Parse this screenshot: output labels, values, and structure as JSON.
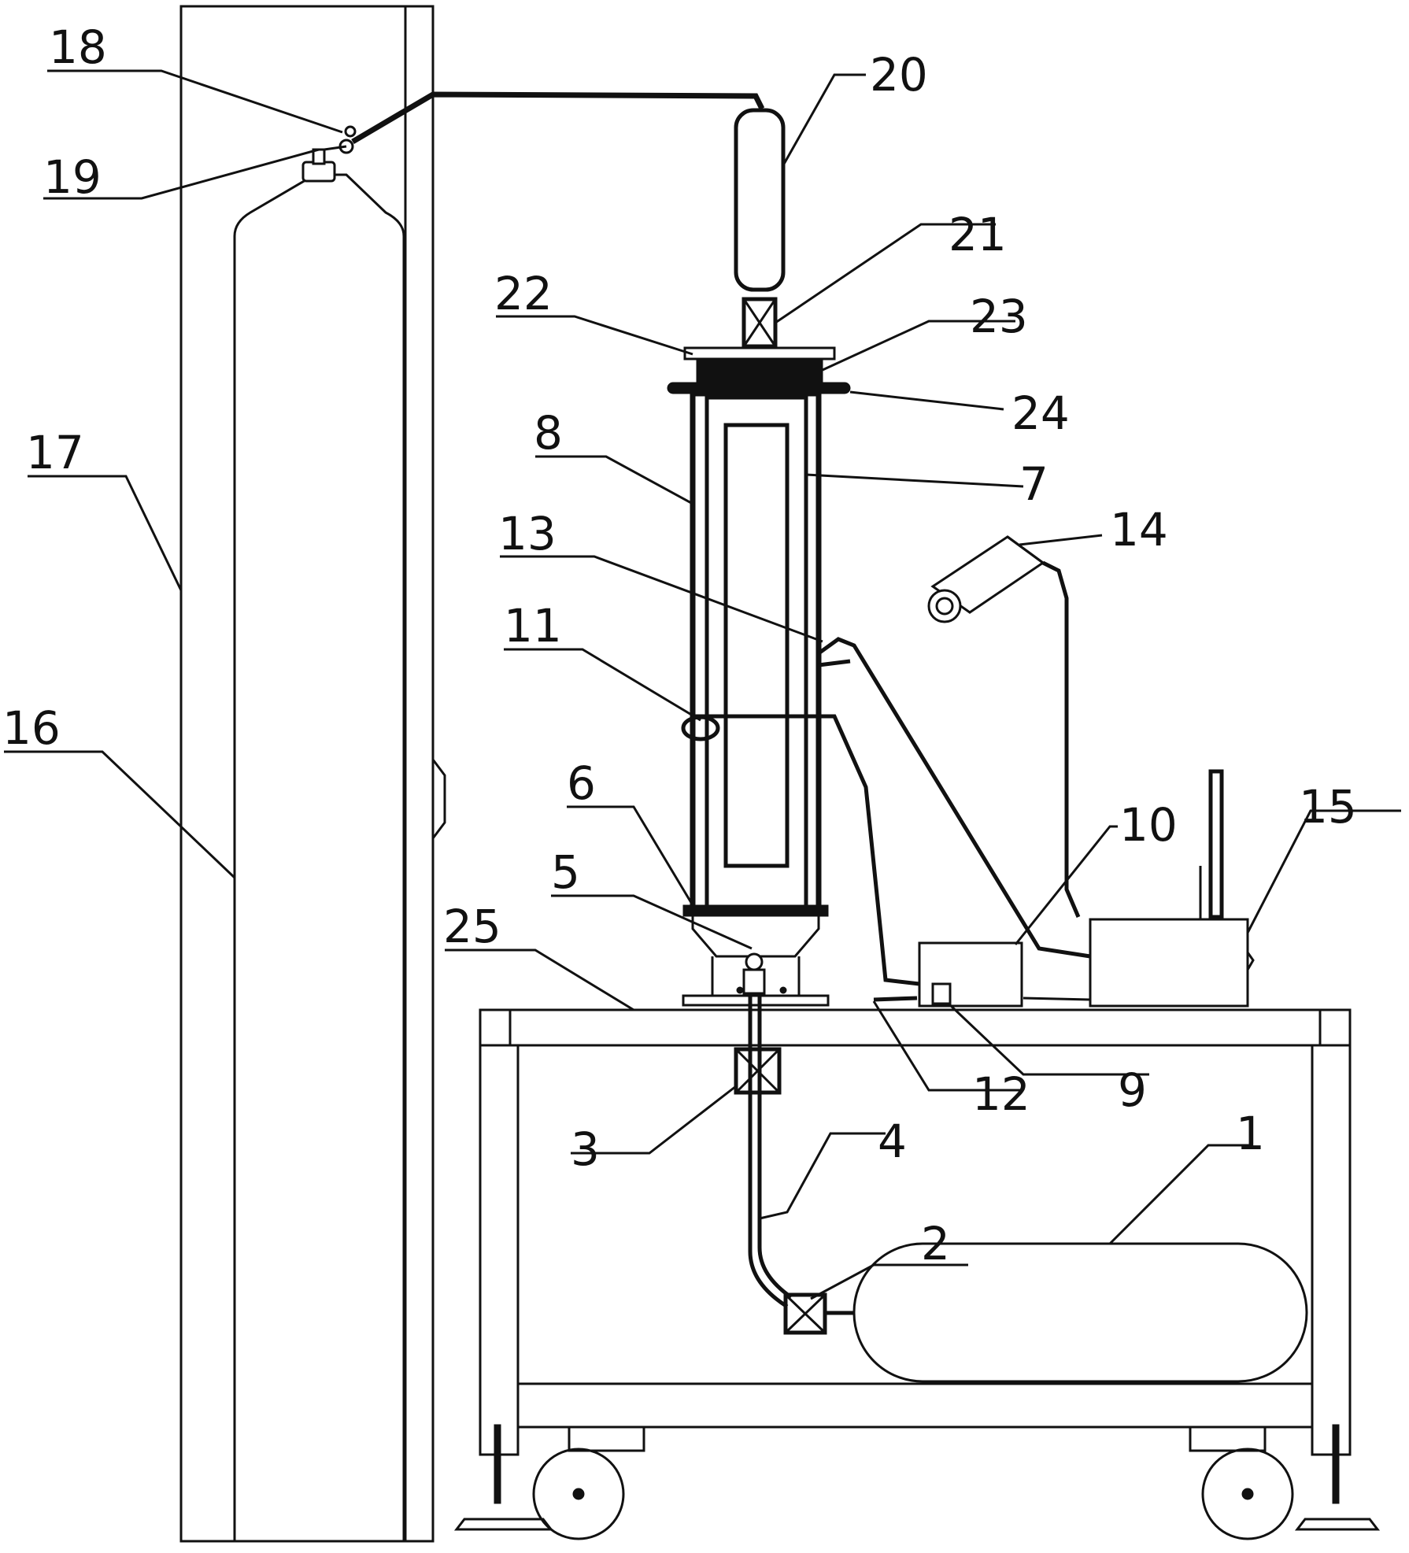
{
  "diagram": {
    "labels": [
      {
        "id": "1",
        "text": "1"
      },
      {
        "id": "2",
        "text": "2"
      },
      {
        "id": "3",
        "text": "3"
      },
      {
        "id": "4",
        "text": "4"
      },
      {
        "id": "5",
        "text": "5"
      },
      {
        "id": "6",
        "text": "6"
      },
      {
        "id": "7",
        "text": "7"
      },
      {
        "id": "8",
        "text": "8"
      },
      {
        "id": "9",
        "text": "9"
      },
      {
        "id": "10",
        "text": "10"
      },
      {
        "id": "11",
        "text": "11"
      },
      {
        "id": "12",
        "text": "12"
      },
      {
        "id": "13",
        "text": "13"
      },
      {
        "id": "14",
        "text": "14"
      },
      {
        "id": "15",
        "text": "15"
      },
      {
        "id": "16",
        "text": "16"
      },
      {
        "id": "17",
        "text": "17"
      },
      {
        "id": "18",
        "text": "18"
      },
      {
        "id": "19",
        "text": "19"
      },
      {
        "id": "20",
        "text": "20"
      },
      {
        "id": "21",
        "text": "21"
      },
      {
        "id": "22",
        "text": "22"
      },
      {
        "id": "23",
        "text": "23"
      },
      {
        "id": "24",
        "text": "24"
      },
      {
        "id": "25",
        "text": "25"
      }
    ]
  }
}
